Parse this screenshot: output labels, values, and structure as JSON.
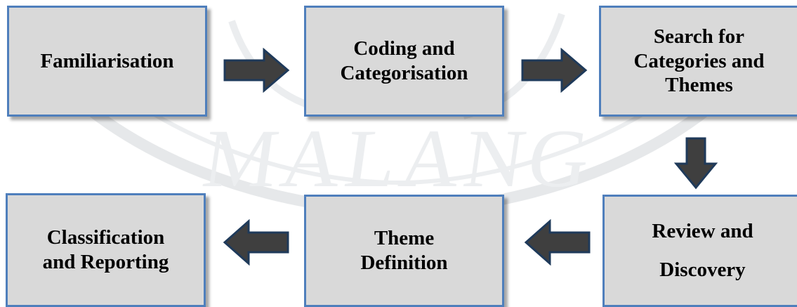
{
  "watermark": "MALANG",
  "colors": {
    "box_fill": "#d9d9d9",
    "box_border": "#4f7fbc",
    "arrow_fill": "#3f3f3f",
    "arrow_outline": "#1f3a5a"
  },
  "steps": [
    {
      "label": "Familiarisation"
    },
    {
      "label": "Coding and\nCategorisation"
    },
    {
      "label": "Search for\nCategories and\nThemes"
    },
    {
      "label": "Review and\nDiscovery"
    },
    {
      "label": "Theme\nDefinition"
    },
    {
      "label": "Classification\nand Reporting"
    }
  ],
  "arrows": [
    {
      "from": 0,
      "to": 1,
      "direction": "right"
    },
    {
      "from": 1,
      "to": 2,
      "direction": "right"
    },
    {
      "from": 2,
      "to": 3,
      "direction": "down"
    },
    {
      "from": 3,
      "to": 4,
      "direction": "left"
    },
    {
      "from": 4,
      "to": 5,
      "direction": "left"
    }
  ]
}
